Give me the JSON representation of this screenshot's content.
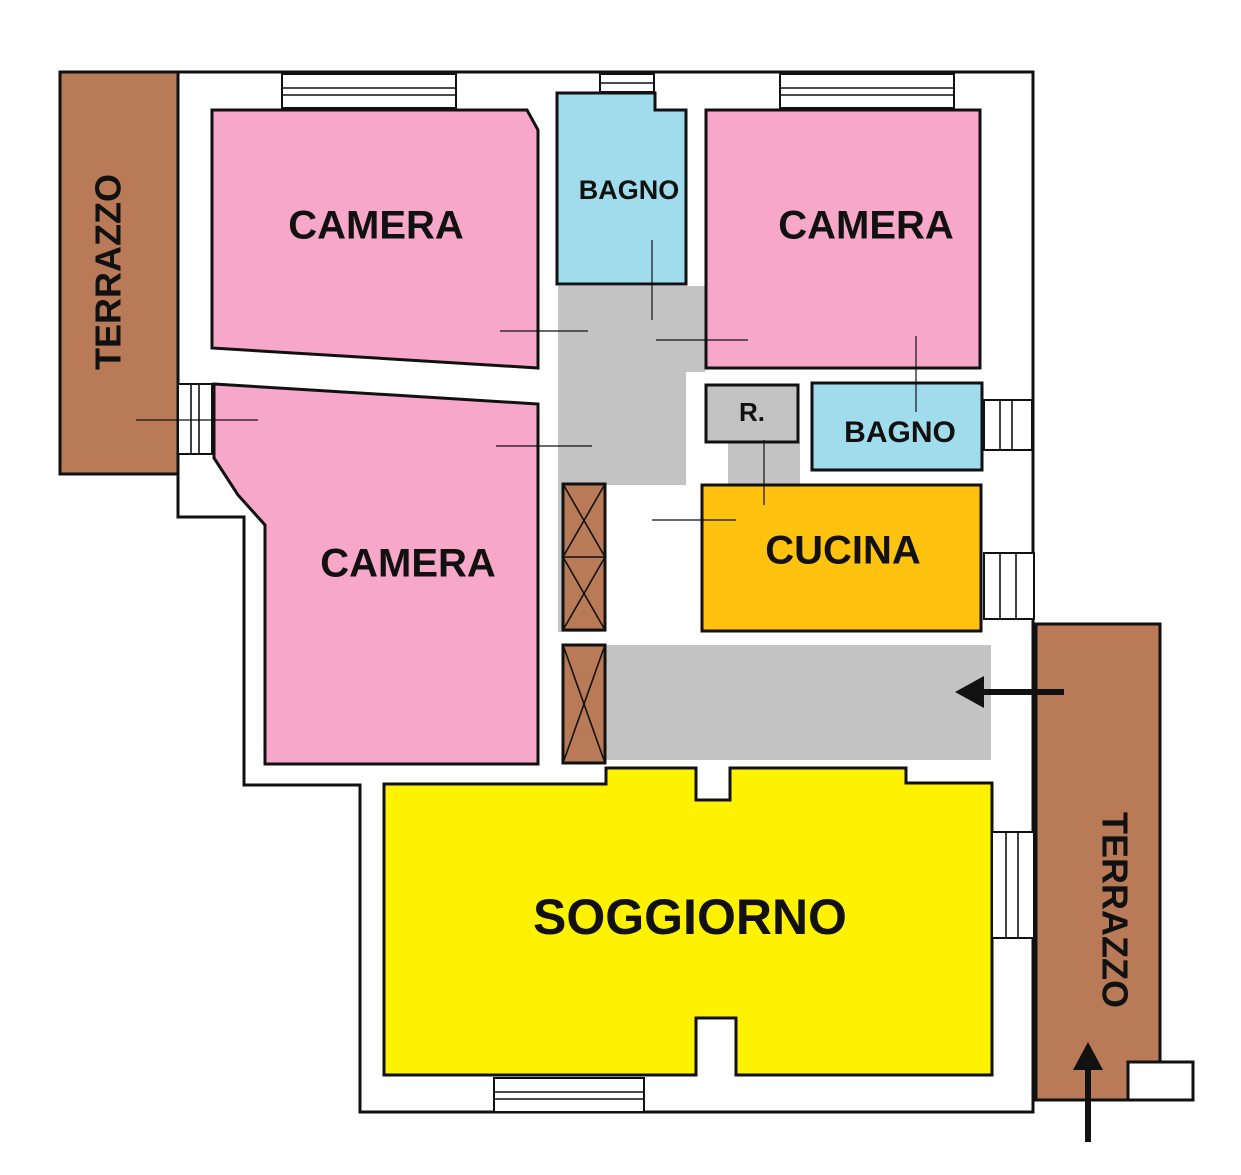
{
  "floorplan": {
    "rooms": {
      "camera_top_left": "CAMERA",
      "bagno_top": "BAGNO",
      "camera_top_right": "CAMERA",
      "camera_left": "CAMERA",
      "ripostiglio": "R.",
      "bagno_right": "BAGNO",
      "cucina": "CUCINA",
      "soggiorno": "SOGGIORNO",
      "terrazzo_left": "TERRAZZO",
      "terrazzo_right": "TERRAZZO"
    },
    "colors": {
      "camera": "#f7a8c8",
      "bagno": "#a0dcec",
      "cucina": "#ffc20e",
      "soggiorno": "#fff200",
      "corridoio": "#c3c3c3",
      "terrazzo": "#b97a57",
      "wardrobe": "#b97a57",
      "wall": "#ffffff",
      "outline": "#111111"
    }
  }
}
